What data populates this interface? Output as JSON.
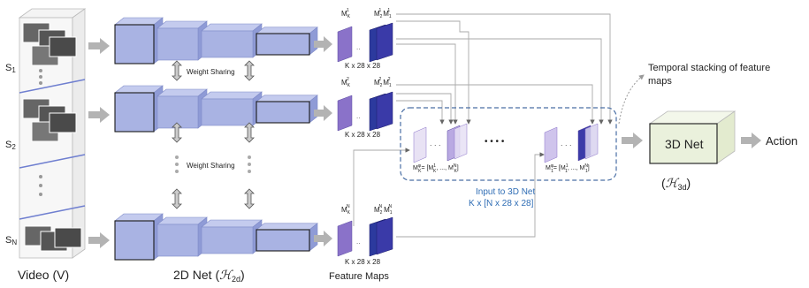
{
  "video": {
    "label": "Video (V)",
    "segments": [
      {
        "label": "S",
        "sub": "1"
      },
      {
        "label": "S",
        "sub": "2"
      },
      {
        "label": "S",
        "sub": "N"
      }
    ]
  },
  "net2d": {
    "label_prefix": "2D Net (",
    "label_symbol": "ℋ",
    "label_sub": "2d",
    "label_suffix": ")",
    "weight_sharing_1": "Weight Sharing",
    "weight_sharing_2": "Weight Sharing"
  },
  "feature_maps": {
    "label": "Feature Maps",
    "dims": [
      "K x 28 x 28",
      "K x 28 x 28",
      "K x 28 x 28"
    ],
    "map_labels": [
      {
        "mk": "M",
        "mk_sub": "K",
        "mk_sup": "1",
        "m2": "M",
        "m2_sub": "2",
        "m2_sup": "1",
        "m1": "M",
        "m1_sub": "1",
        "m1_sup": "1"
      },
      {
        "mk": "M",
        "mk_sub": "K",
        "mk_sup": "2",
        "m2": "M",
        "m2_sub": "2",
        "m2_sup": "2",
        "m1": "M",
        "m1_sub": "1",
        "m1_sup": "2"
      },
      {
        "mk": "M",
        "mk_sub": "K",
        "mk_sup": "N",
        "m2": "M",
        "m2_sub": "2",
        "m2_sup": "N",
        "m1": "M",
        "m1_sub": "1",
        "m1_sup": "N"
      }
    ]
  },
  "stack": {
    "left_formula_lhs": "M",
    "left_formula_lhs_sub": "K",
    "left_formula_lhs_sup": "φ",
    "left_formula_rhs": "= [M",
    "left_formula_rhs_tail": ", ..., M",
    "left_formula_end": "]",
    "left_sub": "K",
    "left_sup_a": "1",
    "left_sup_b": "N",
    "right_formula_lhs": "M",
    "right_formula_lhs_sub": "1",
    "right_formula_lhs_sup": "φ",
    "right_formula_rhs": "= [M",
    "right_formula_rhs_tail": ", ..., M",
    "right_formula_end": "]",
    "right_sub": "1",
    "right_sup_a": "1",
    "right_sup_b": "N",
    "input_label_1": "Input to 3D Net",
    "input_label_2": "K x [N x 28 x 28]",
    "dots": "• • • •"
  },
  "temporal_label_1": "Temporal stacking of feature",
  "temporal_label_2": "maps",
  "net3d": {
    "label": "3D Net",
    "sym_prefix": "(",
    "sym": "ℋ",
    "sym_sub": "3d",
    "sym_suffix": ")"
  },
  "action_label": "Action",
  "colors": {
    "block_front": "#a9b3e3",
    "block_top": "#c4cbee",
    "block_side": "#8f9bd6",
    "map": "#8a72c9",
    "map_dark": "#3a3aa8",
    "arrow_gray": "#b3b3b3",
    "green_fill": "#eaf1dc",
    "green_stroke": "#2a2a2a",
    "dashed_blue": "#4a6fa5"
  }
}
